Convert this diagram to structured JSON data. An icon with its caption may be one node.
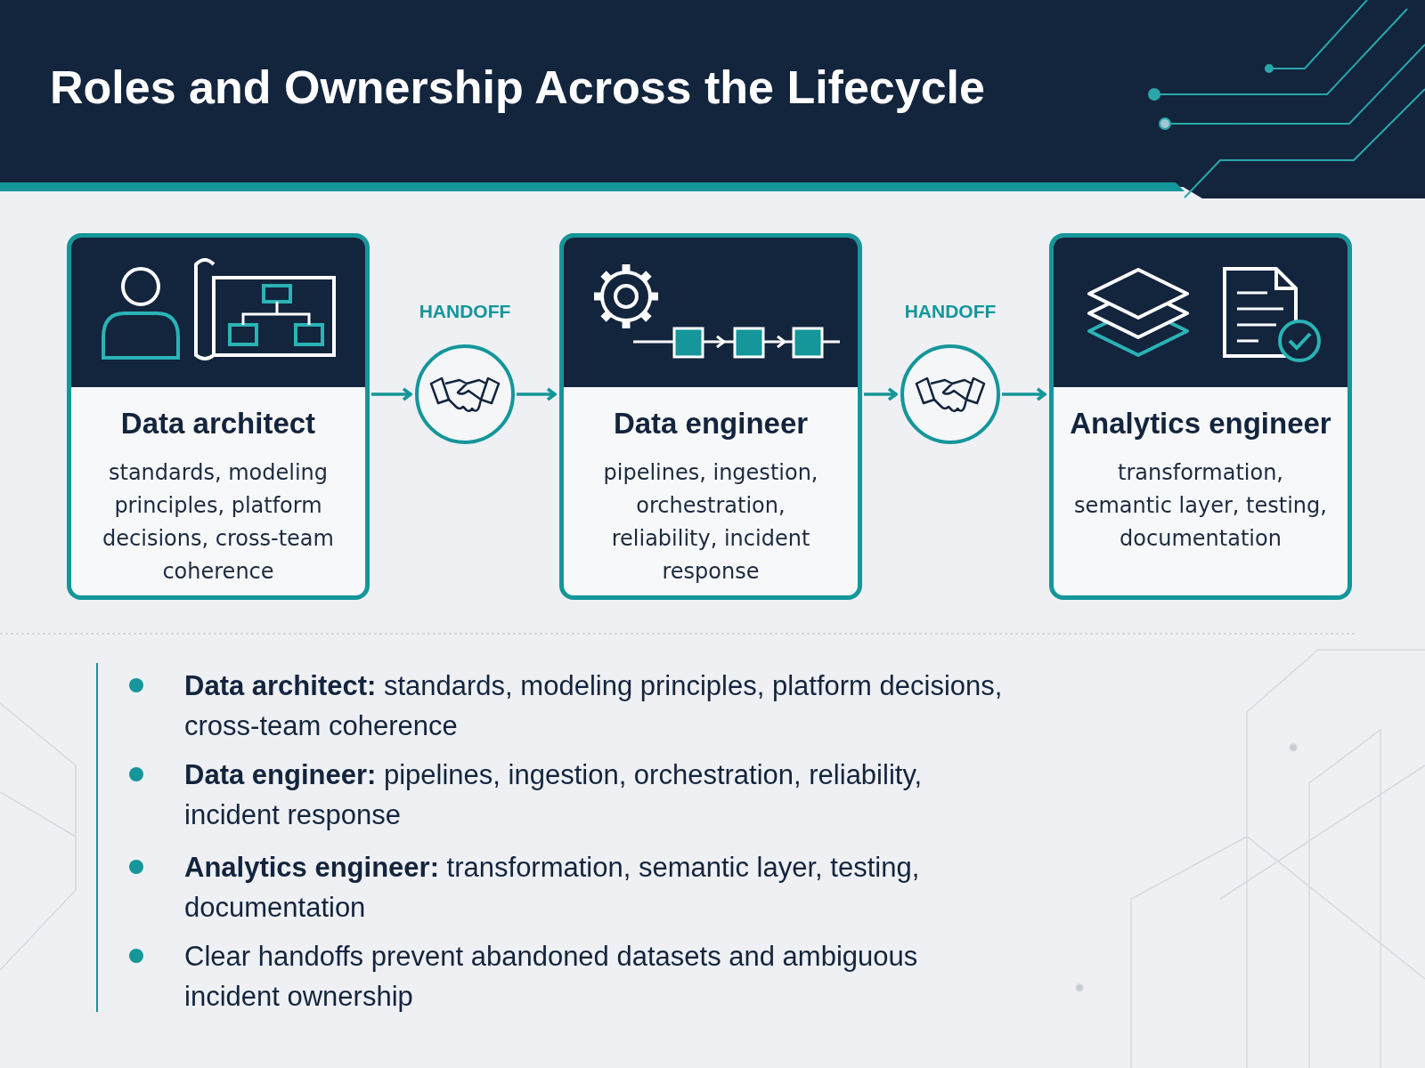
{
  "diagram": {
    "title": "Roles and Ownership Across the Lifecycle",
    "nodes": [
      {
        "text": [
          "Data architect",
          "standards, modeling principles, platform decisions, cross-team coherence"
        ]
      },
      {
        "text": [],
        "shape": "circle",
        "beside": [
          "HANDOFF"
        ]
      },
      {
        "text": [
          "Data engineer",
          "pipelines, ingestion, orchestration, reliability, incident response"
        ]
      },
      {
        "text": [],
        "shape": "circle",
        "beside": [
          "HANDOFF"
        ]
      },
      {
        "text": [
          "Analytics engineer",
          "transformation, semantic layer, testing, documentation"
        ]
      }
    ],
    "edges": [
      {
        "from": 0,
        "to": 1,
        "arrow": "to"
      },
      {
        "from": 1,
        "to": 2,
        "arrow": "to"
      },
      {
        "from": 2,
        "to": 3,
        "arrow": "to"
      },
      {
        "from": 3,
        "to": 4,
        "arrow": "to"
      }
    ],
    "labels": [
      "**Data architect:** standards, modeling principles, platform decisions, cross-team coherence",
      "**Data engineer:** pipelines, ingestion, orchestration, reliability, incident response",
      "**Analytics engineer:** transformation, semantic layer, testing, documentation",
      "Clear handoffs prevent abandoned datasets and ambiguous incident ownership"
    ]
  }
}
